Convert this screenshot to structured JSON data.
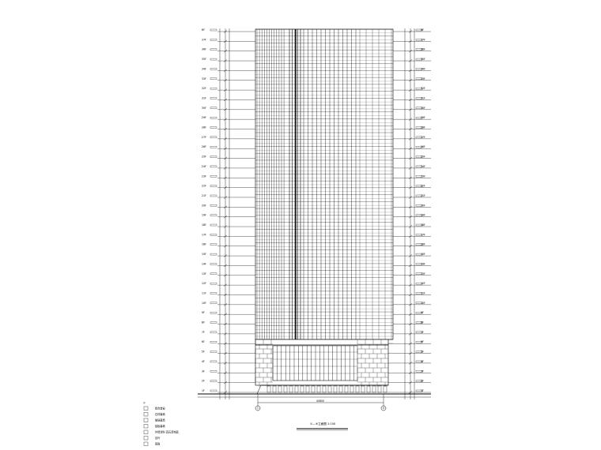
{
  "drawing": {
    "level_markers": [
      "1F",
      "2F",
      "3F",
      "4F",
      "5F",
      "6F",
      "7F",
      "8F",
      "9F",
      "10F",
      "11F",
      "12F",
      "13F",
      "14F",
      "15F",
      "16F",
      "17F",
      "18F",
      "19F",
      "20F",
      "21F",
      "22F",
      "23F",
      "24F",
      "25F",
      "26F",
      "27F",
      "28F",
      "29F",
      "30F",
      "31F",
      "32F",
      "33F",
      "34F",
      "35F",
      "36F",
      "37F",
      "RF"
    ],
    "axis_left": "①",
    "axis_right": "⑥",
    "overall_width": "40800",
    "title": "①—⑥立面图 1:100",
    "legend": [
      {
        "label": "铝合金窗"
      },
      {
        "label": "石材幕墙"
      },
      {
        "label": "玻璃幕墙"
      },
      {
        "label": "铝板幕墙"
      },
      {
        "label": "外墙涂料 真石漆饰面"
      },
      {
        "label": "百叶"
      },
      {
        "label": "雨篷"
      }
    ]
  }
}
